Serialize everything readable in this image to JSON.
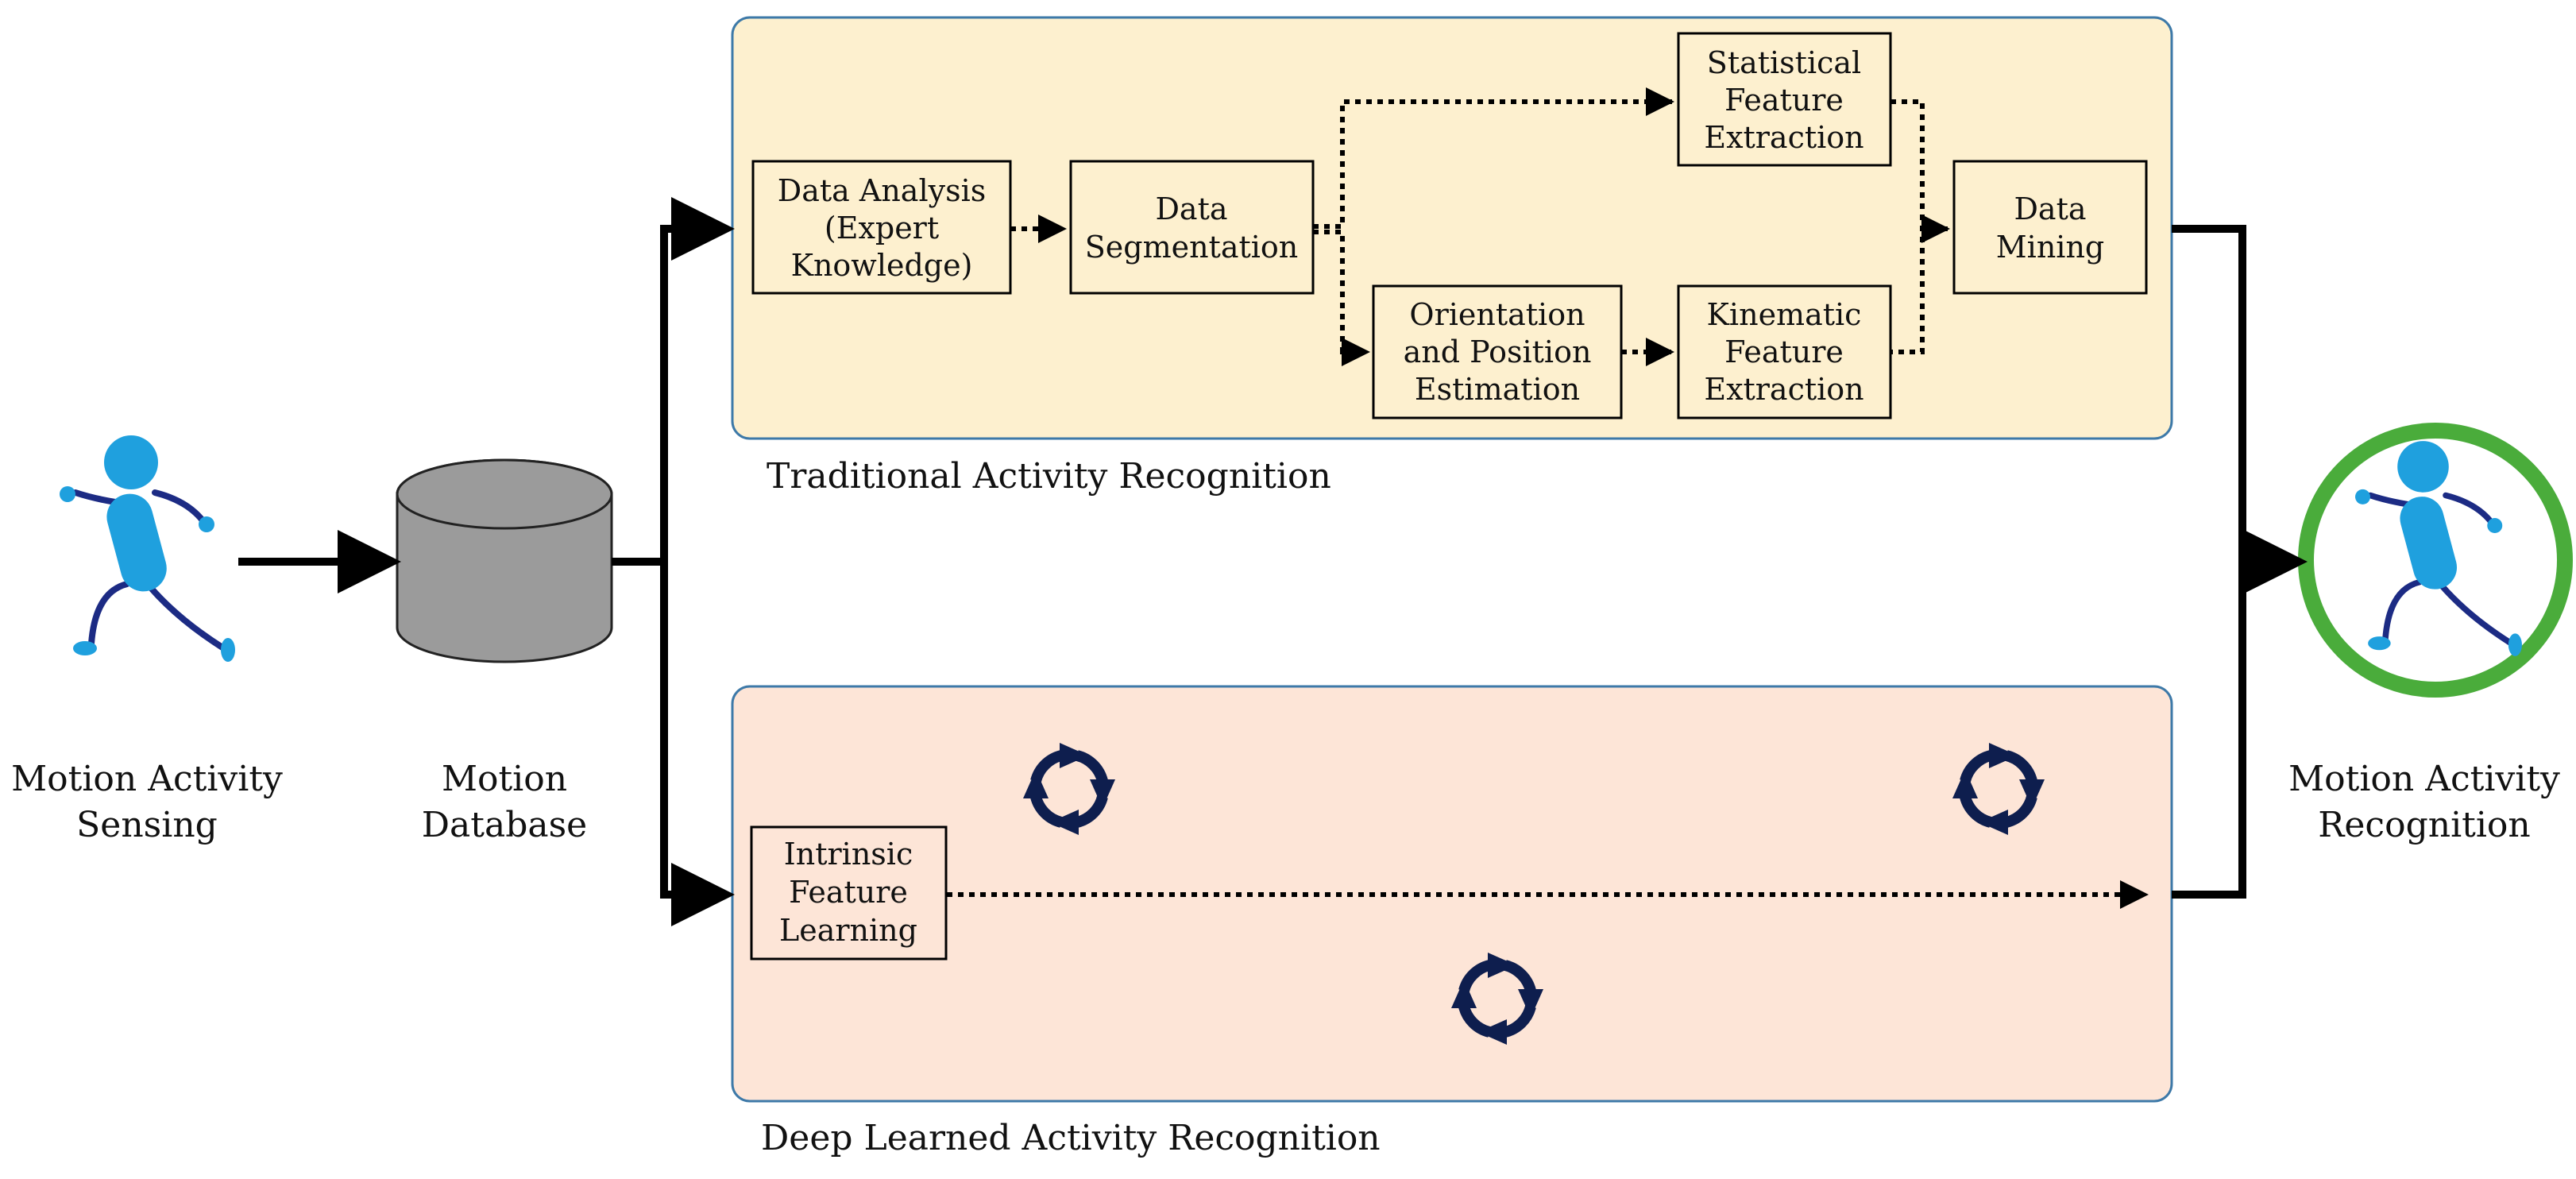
{
  "colors": {
    "traditional_panel_fill": "#fdf0cf",
    "deep_panel_fill": "#fde5d7",
    "panel_border": "#3d79a8",
    "database_fill": "#9b9b9b",
    "ring": "#4aac3b",
    "figure_body": "#1fa0de",
    "figure_limbs": "#1c2b84",
    "cycle_arrows": "#0e1e4e",
    "line": "#000000"
  },
  "icons": {
    "sensing": "running-person-icon",
    "database": "database-cylinder-icon",
    "recognition": "running-person-in-ring-icon",
    "cycle": "cycle-arrows-icon"
  },
  "stages": {
    "sensing": [
      "Motion Activity",
      "Sensing"
    ],
    "database": [
      "Motion",
      "Database"
    ],
    "recognition": [
      "Motion Activity",
      "Recognition"
    ]
  },
  "traditional": {
    "title": "Traditional Activity Recognition",
    "boxes": {
      "data_analysis": [
        "Data Analysis",
        "(Expert",
        "Knowledge)"
      ],
      "data_segmentation": [
        "Data",
        "Segmentation"
      ],
      "statistical": [
        "Statistical",
        "Feature",
        "Extraction"
      ],
      "orientation": [
        "Orientation",
        "and Position",
        "Estimation"
      ],
      "kinematic": [
        "Kinematic",
        "Feature",
        "Extraction"
      ],
      "data_mining": [
        "Data",
        "Mining"
      ]
    }
  },
  "deep": {
    "title": "Deep Learned Activity Recognition",
    "boxes": {
      "intrinsic": [
        "Intrinsic",
        "Feature",
        "Learning"
      ]
    }
  }
}
